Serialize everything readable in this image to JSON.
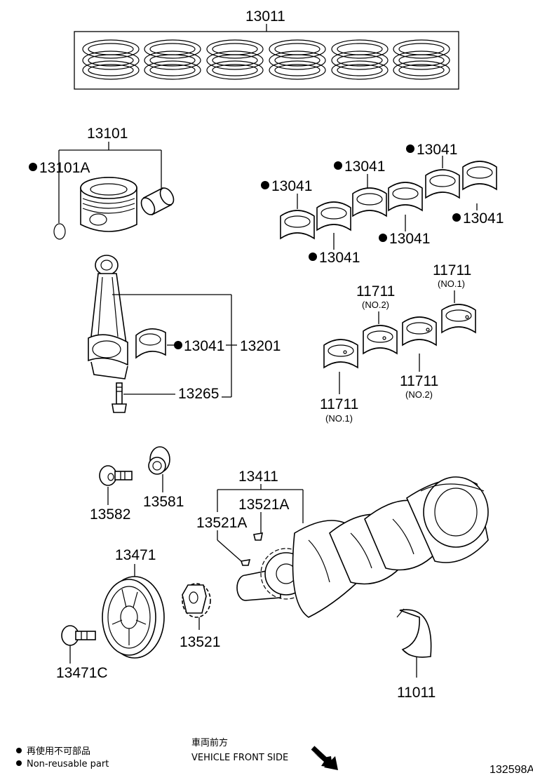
{
  "parts": {
    "piston_ring_set": "13011",
    "piston_sub_assy": "13101",
    "piston_snap_ring": "13101A",
    "conrod_bearing": "13041",
    "connecting_rod": "13201",
    "conrod_bolt": "13265",
    "main_bearing": "11711",
    "main_bearing_no1": "(NO.1)",
    "main_bearing_no2": "(NO.2)",
    "crankshaft": "13411",
    "crank_key": "13521A",
    "crank_timing_gear": "13521",
    "pulley": "13471",
    "pulley_bolt": "13471C",
    "bolt_13582": "13582",
    "plate_13581": "13581",
    "thrust_washer": "11011"
  },
  "legend": {
    "reuse_jp": "再使用不可部品",
    "reuse_en": "Non-reusable part",
    "front_jp": "車両前方",
    "front_en": "VEHICLE FRONT SIDE"
  },
  "figure_ref": "132598A"
}
